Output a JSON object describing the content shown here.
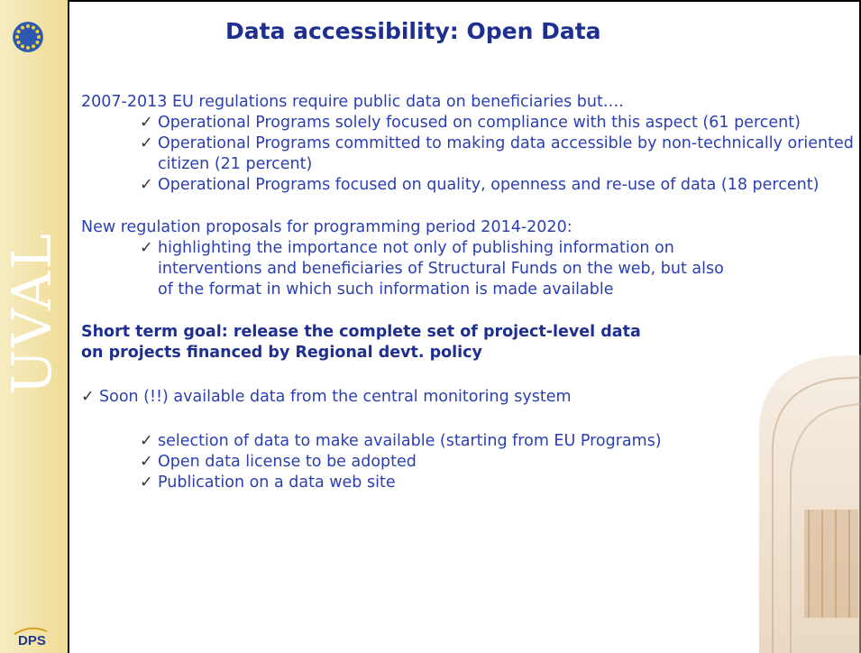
{
  "slide": {
    "title": "Data accessibility: Open Data",
    "sidebar_text": "UVAL",
    "logo_text": "DPS",
    "intro": "2007-2013 EU regulations require public data on beneficiaries but….",
    "list1": [
      "Operational Programs solely focused on compliance with this aspect (61 percent)",
      "Operational Programs committed to making data accessible by non-technically oriented citizen (21 percent)",
      "Operational Programs focused on quality, openness and re-use of data (18 percent)"
    ],
    "proposal_intro": "New regulation proposals for programming period 2014-2020:",
    "list2": [
      "highlighting the importance not only of publishing information on interventions and beneficiaries of Structural Funds on the web, but also of the format in which such information is made available"
    ],
    "goal": "Short term goal: release the complete set of project-level data on projects financed by Regional devt. policy",
    "soon": "Soon (!!) available data from the central monitoring system",
    "list3": [
      "selection of data to make available (starting from EU Programs)",
      "Open data license to be adopted",
      "Publication on a data web site"
    ]
  },
  "colors": {
    "title": "#1f2f8f",
    "text": "#2b3fb0",
    "sidebar": "#f2e2a6"
  },
  "icons": [
    "eu-flag-icon",
    "check-icon",
    "dps-logo-icon"
  ]
}
